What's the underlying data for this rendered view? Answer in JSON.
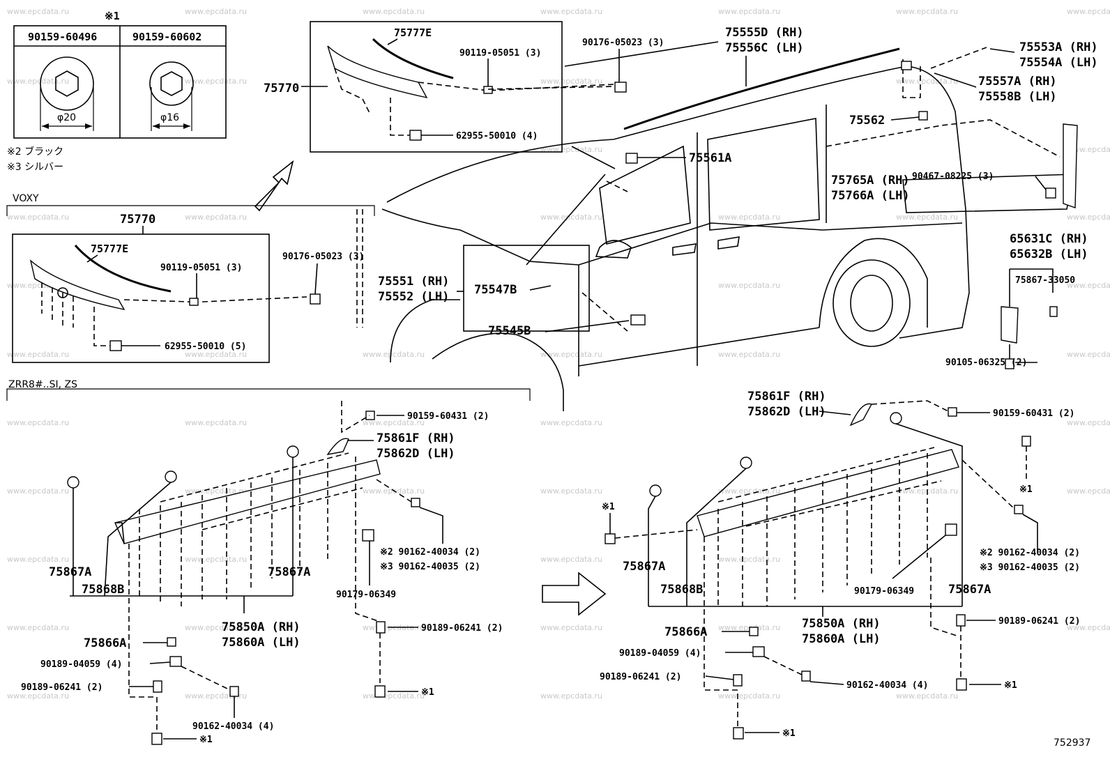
{
  "watermark": "www.epcdata.ru",
  "diagram_number": "752937",
  "notes": {
    "mark1": "※1",
    "mark2": "※2 ブラック",
    "mark3": "※3 シルバー"
  },
  "clip_table": {
    "header_mark": "※1",
    "col1_part": "90159-60496",
    "col1_diameter": "φ20",
    "col2_part": "90159-60602",
    "col2_diameter": "φ16"
  },
  "sections": {
    "voxy": "VOXY",
    "zrr": "ZRR8#..SI, ZS"
  },
  "top_inset": {
    "assembly": "75770",
    "moulding": "75777E",
    "clip": "90119-05051 (3)",
    "retainer": "62955-50010 (4)"
  },
  "voxy_inset": {
    "assembly": "75770",
    "moulding": "75777E",
    "clip": "90119-05051 (3)",
    "retainer": "62955-50010 (5)"
  },
  "car_labels": {
    "clip_top": "90176-05023 (3)",
    "roof_rh": "75555D (RH)",
    "roof_lh": "75556C (LH)",
    "rear_rh": "75553A (RH)",
    "rear_lh": "75554A (LH)",
    "rear2_rh": "75557A (RH)",
    "rear2_lh": "75558B (LH)",
    "p75562": "75562",
    "p75561": "75561A",
    "qtr_rh": "75765A (RH)",
    "qtr_lh": "75766A (LH)",
    "qtr_screw": "90467-08225 (3)",
    "clip_mid": "90176-05023 (3)",
    "hood_rh": "75551 (RH)",
    "hood_lh": "75552 (LH)",
    "p75547": "75547B",
    "p75545": "75545B",
    "mud_rh": "65631C (RH)",
    "mud_lh": "65632B (LH)",
    "mud_screw": "75867-33050",
    "mud_bolt": "90105-06325 (2)"
  },
  "left_rocker": {
    "clip_top": "90159-60431 (2)",
    "end_rh": "75861F (RH)",
    "end_lh": "75862D (LH)",
    "clip_a1": "75867A",
    "clip_a2": "75867A",
    "clip_b": "75868B",
    "screw_black": "※2  90162-40034 (2)",
    "screw_silver": "※3  90162-40035 (2)",
    "nut": "90179-06349",
    "stud": "90189-06241 (2)",
    "small": "75866A",
    "nut2": "90189-04059 (4)",
    "stud2": "90189-06241 (2)",
    "screw2": "90162-40034 (4)",
    "rocker_rh": "75850A (RH)",
    "rocker_lh": "75860A (LH)",
    "mark_b": "※1",
    "mark_r": "※1"
  },
  "right_rocker": {
    "end_rh": "75861F (RH)",
    "end_lh": "75862D (LH)",
    "clip_top": "90159-60431 (2)",
    "mark_top": "※1",
    "mark_left": "※1",
    "screw_black": "※2  90162-40034 (2)",
    "screw_silver": "※3  90162-40035 (2)",
    "clip_a_left": "75867A",
    "clip_b": "75868B",
    "nut": "90179-06349",
    "clip_a_right": "75867A",
    "small": "75866A",
    "rocker_rh": "75850A (RH)",
    "rocker_lh": "75860A (LH)",
    "stud": "90189-06241 (2)",
    "nut2": "90189-04059 (4)",
    "stud2": "90189-06241 (2)",
    "screw2": "90162-40034 (4)",
    "mark_b": "※1",
    "mark_r": "※1"
  }
}
